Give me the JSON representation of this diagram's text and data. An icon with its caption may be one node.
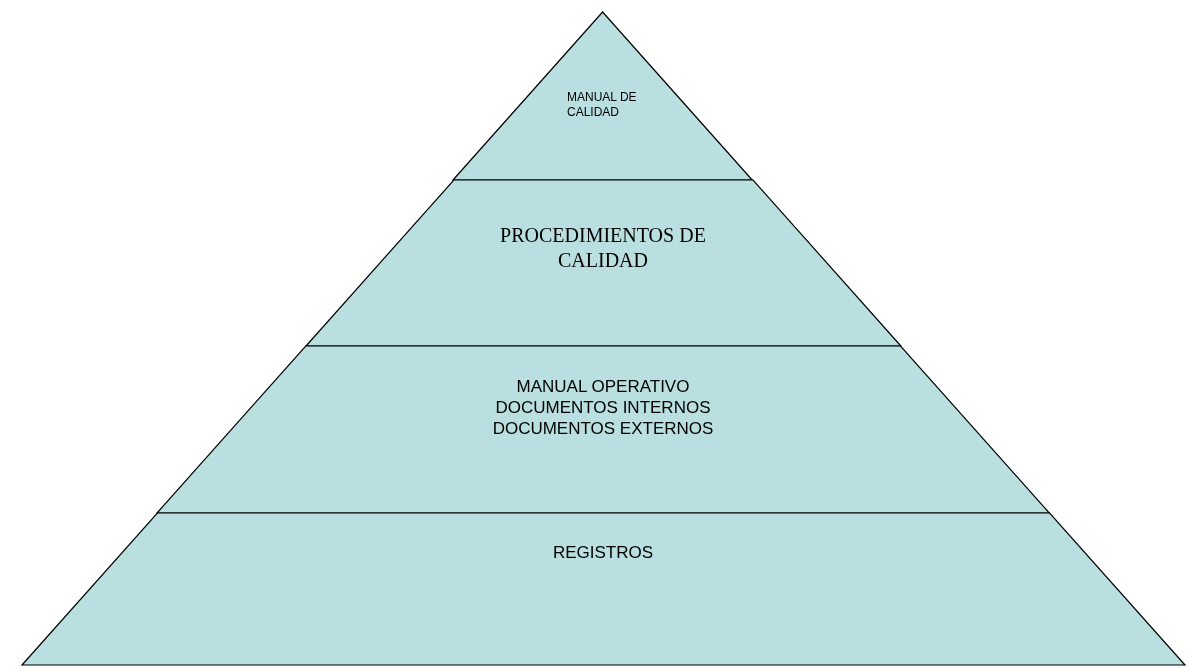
{
  "diagram": {
    "nodes": [
      {
        "text": [
          "MANUAL DE CALIDAD"
        ]
      },
      {
        "text": [
          "PROCEDIMIENTOS DE CALIDAD"
        ]
      },
      {
        "text": [
          "MANUAL OPERATIVO",
          "DOCUMENTOS INTERNOS",
          "DOCUMENTOS EXTERNOS"
        ]
      },
      {
        "text": [
          "REGISTROS"
        ]
      }
    ],
    "edges": []
  }
}
